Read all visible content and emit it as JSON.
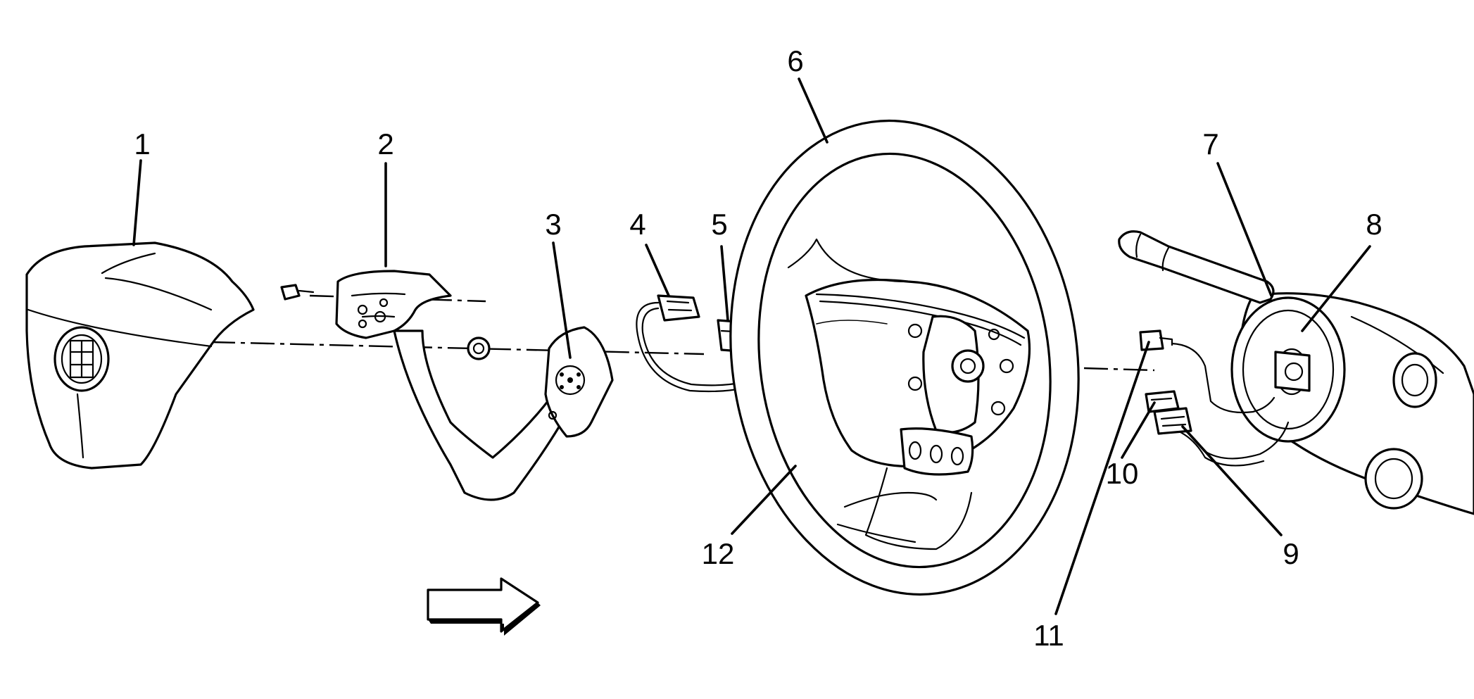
{
  "diagram": {
    "callouts": [
      {
        "id": "callout-1",
        "text": "1"
      },
      {
        "id": "callout-2",
        "text": "2"
      },
      {
        "id": "callout-3",
        "text": "3"
      },
      {
        "id": "callout-4",
        "text": "4"
      },
      {
        "id": "callout-5",
        "text": "5"
      },
      {
        "id": "callout-6",
        "text": "6"
      },
      {
        "id": "callout-7",
        "text": "7"
      },
      {
        "id": "callout-8",
        "text": "8"
      },
      {
        "id": "callout-9",
        "text": "9"
      },
      {
        "id": "callout-10",
        "text": "10"
      },
      {
        "id": "callout-11",
        "text": "11"
      },
      {
        "id": "callout-12",
        "text": "12"
      }
    ],
    "colors": {
      "line": "#000000",
      "background": "#ffffff"
    }
  }
}
